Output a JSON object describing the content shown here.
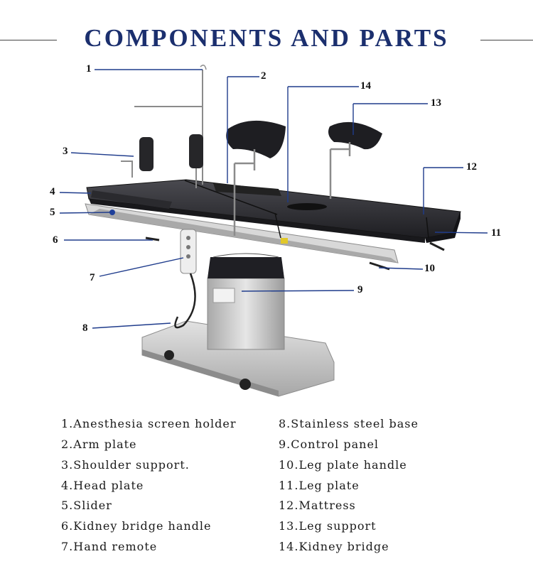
{
  "title": "COMPONENTS AND PARTS",
  "callouts": [
    "1",
    "2",
    "3",
    "4",
    "5",
    "6",
    "7",
    "8",
    "9",
    "10",
    "11",
    "12",
    "13",
    "14"
  ],
  "legend": {
    "left": [
      "1.Anesthesia screen holder",
      "2.Arm plate",
      "3.Shoulder support.",
      "4.Head plate",
      "5.Slider",
      "6.Kidney bridge handle",
      "7.Hand remote"
    ],
    "right": [
      "8.Stainless steel base",
      "9.Control panel",
      "10.Leg plate handle",
      "11.Leg plate",
      "12.Mattress",
      "13.Leg support",
      "14.Kidney bridge"
    ]
  },
  "colors": {
    "title": "#1b2f6e",
    "leader_line": "#1f3c8c",
    "mattress": "#2a2a2e",
    "steel": "#c9c9c9"
  }
}
